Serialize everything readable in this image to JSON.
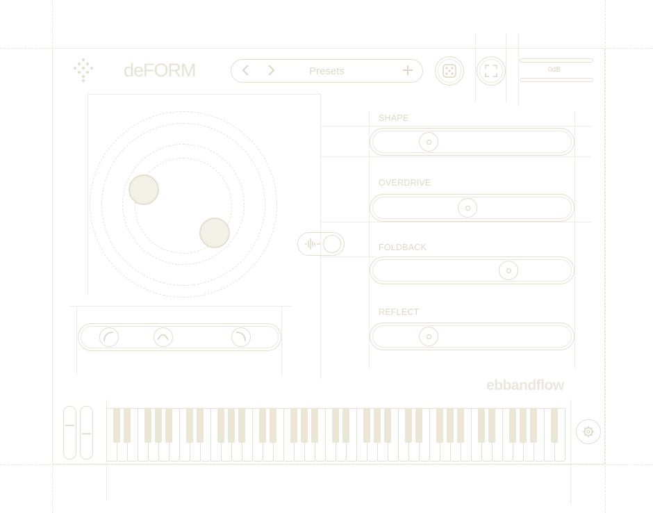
{
  "header": {
    "logo_text": "deFORM",
    "presets_label": "Presets",
    "prev_icon": "chevron-left-icon",
    "next_icon": "chevron-right-icon",
    "add_icon": "plus-icon",
    "randomize_icon": "dice-icon",
    "fullscreen_icon": "expand-icon",
    "meter_label": "0dB"
  },
  "params": [
    {
      "label": "SHAPE",
      "value": 0.25
    },
    {
      "label": "OVERDRIVE",
      "value": 0.47
    },
    {
      "label": "FOLDBACK",
      "value": 0.7
    },
    {
      "label": "REFLECT",
      "value": 0.25
    }
  ],
  "brand": "ebbandflow",
  "colors": {
    "accent": "#e4decd",
    "key_black": "#ece6d6",
    "background": "#ffffff"
  }
}
